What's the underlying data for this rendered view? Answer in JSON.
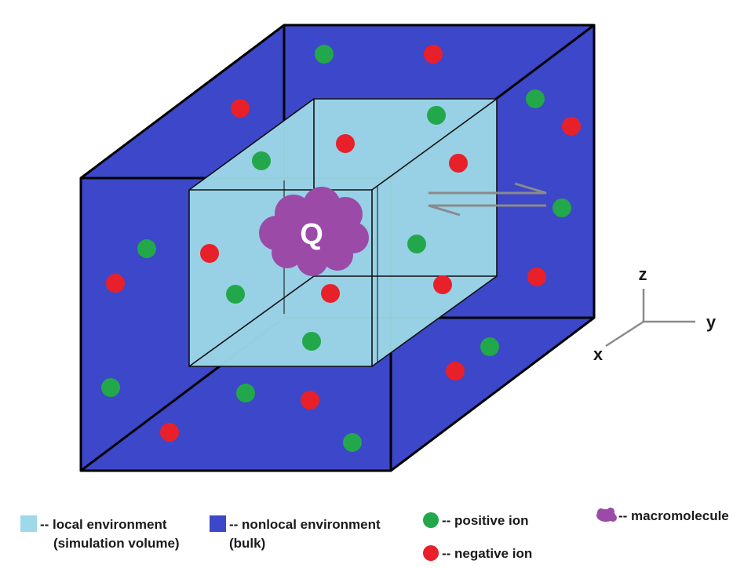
{
  "macromolecule_label": "Q",
  "axes": {
    "z": "z",
    "y": "y",
    "x": "x"
  },
  "colors": {
    "local_environment": "#9dd9e8",
    "nonlocal_environment": "#3d47c9",
    "positive_ion": "#22a84a",
    "negative_ion": "#e8202a",
    "macromolecule": "#9b4aa8",
    "exchange_arrows": "#8a8a8a"
  },
  "legend": {
    "local": {
      "line1": "-- local environment",
      "line2": "(simulation volume)"
    },
    "nonlocal": {
      "line1": "-- nonlocal environment",
      "line2": "(bulk)"
    },
    "positive": "-- positive ion",
    "negative": "-- negative ion",
    "macromolecule": "-- macromolecule"
  }
}
